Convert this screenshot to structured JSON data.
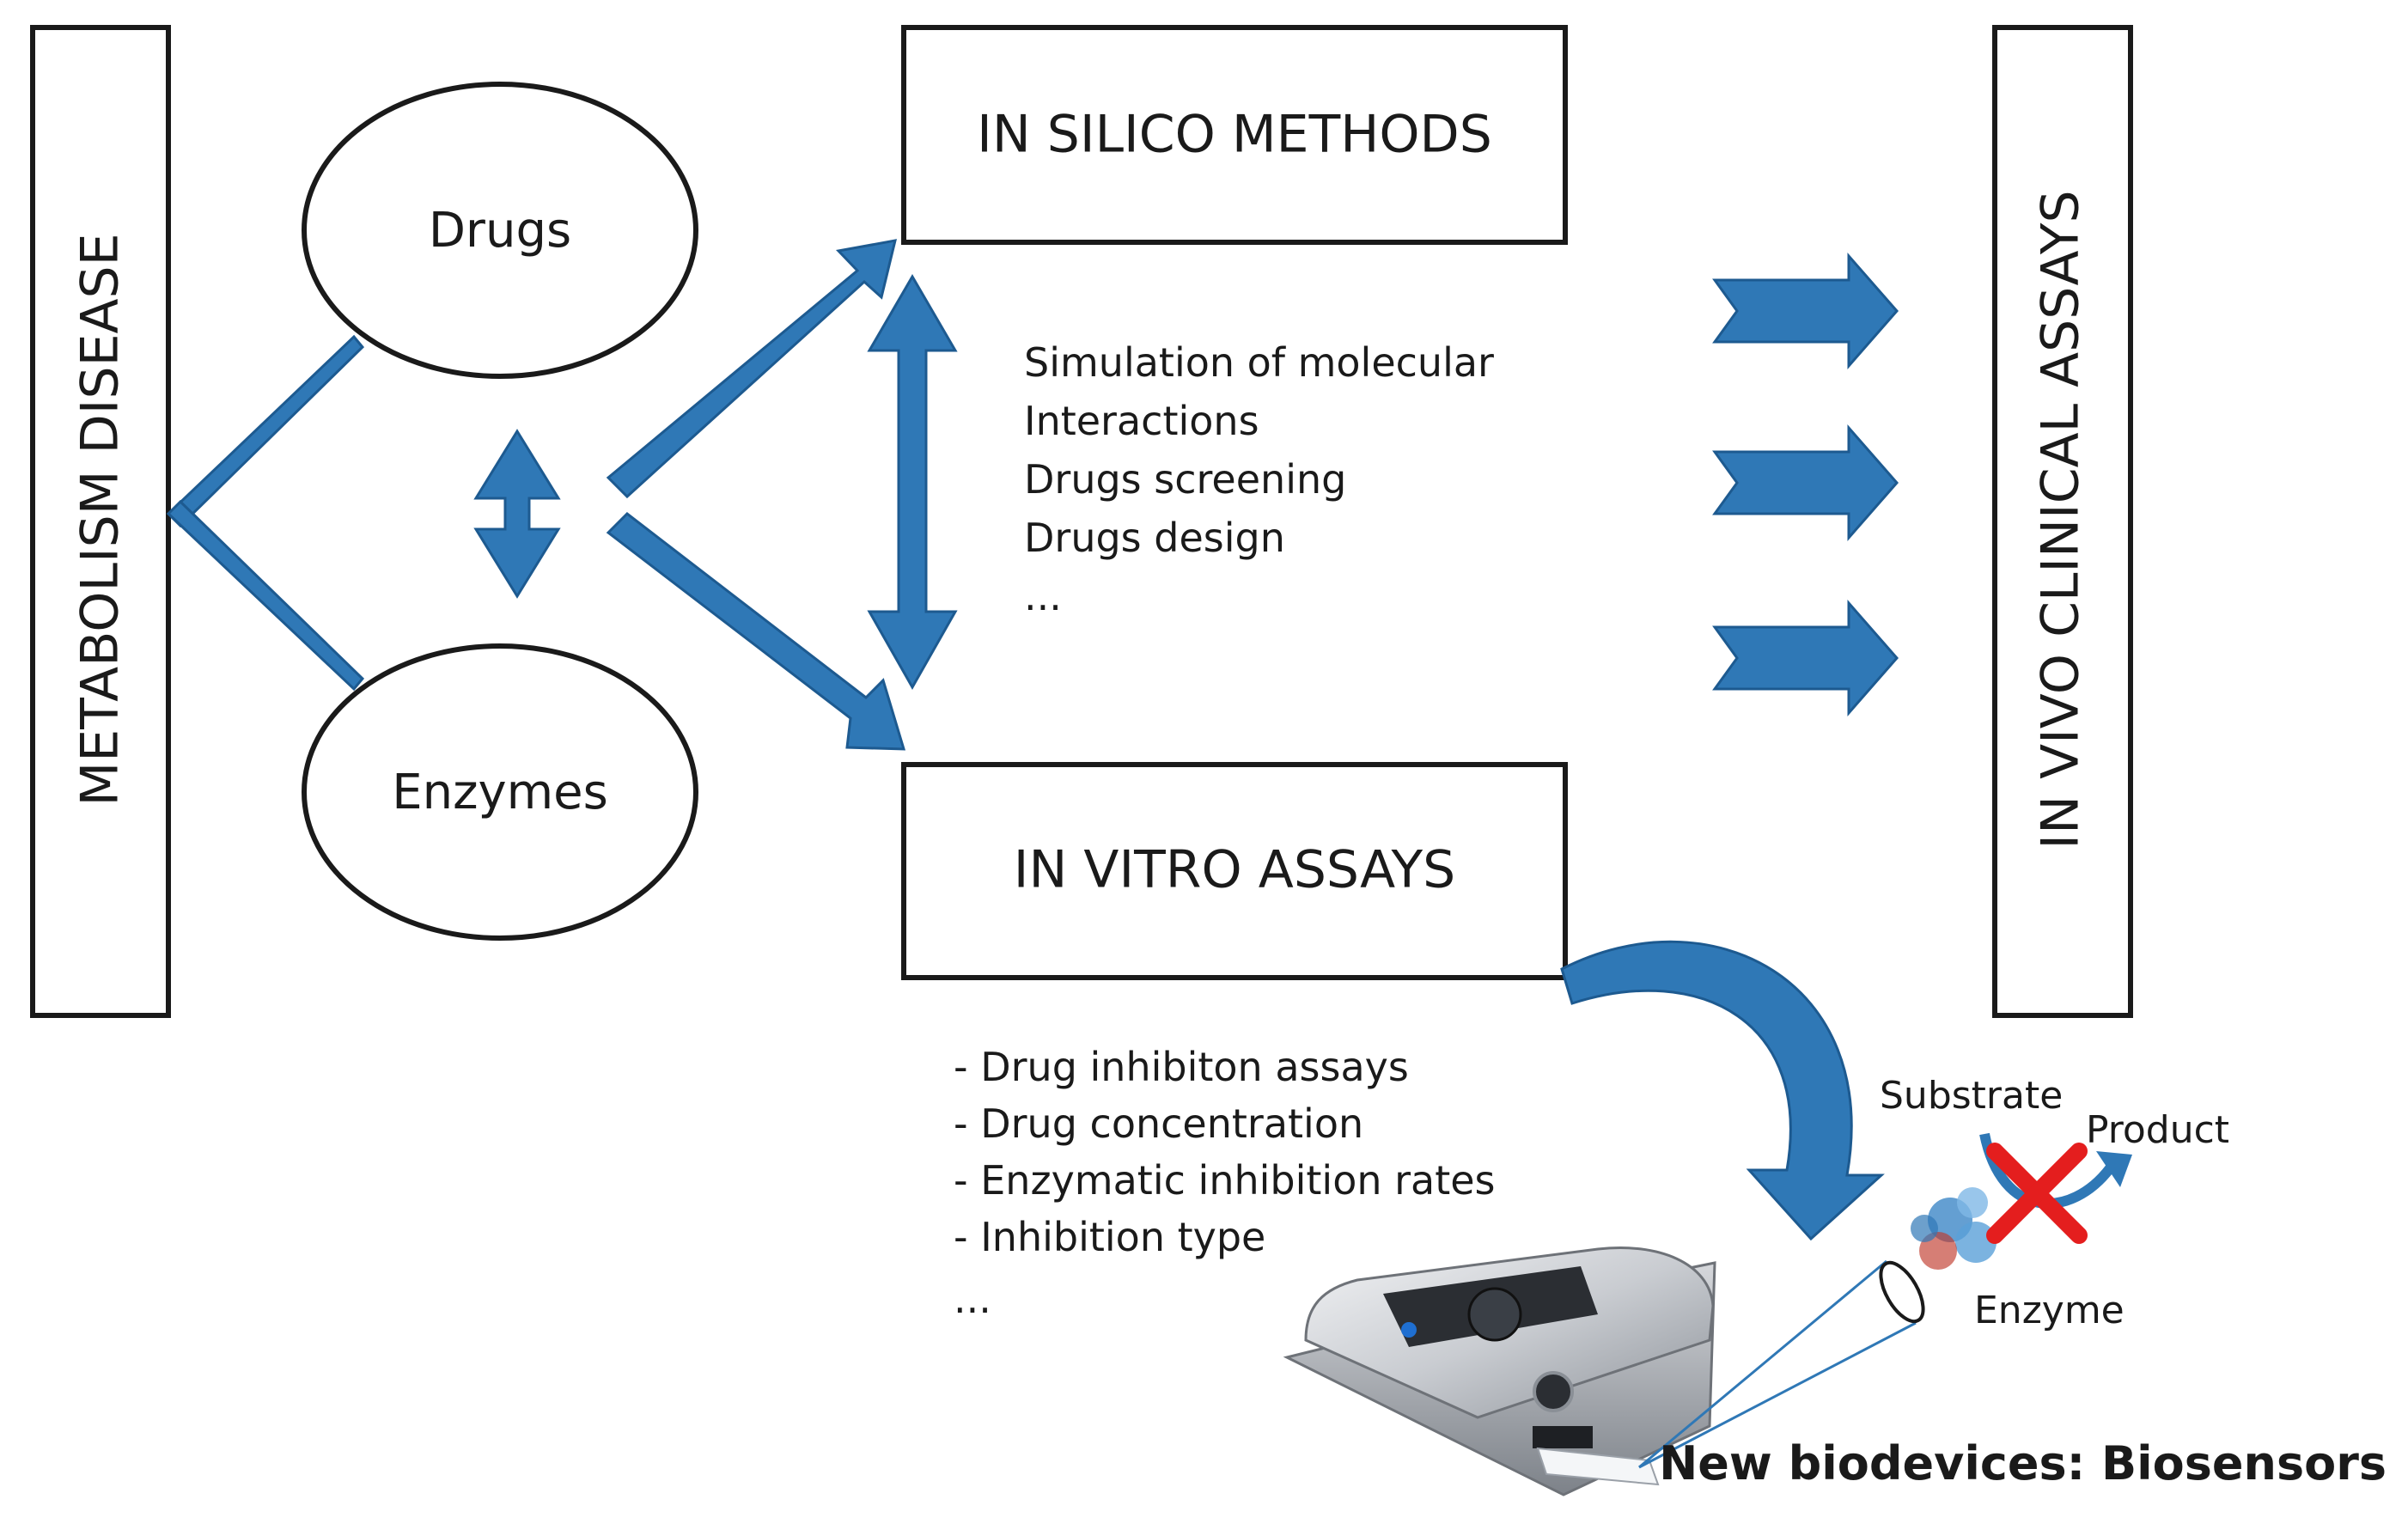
{
  "boxes": {
    "metabolism": "METABOLISM DISEASE",
    "in_silico": "IN SILICO METHODS",
    "in_vitro": "IN VITRO ASSAYS",
    "in_vivo": "IN VIVO CLINICAL ASSAYS"
  },
  "nodes": {
    "drugs": "Drugs",
    "enzymes": "Enzymes"
  },
  "in_silico_list": [
    "Simulation of molecular",
    "Interactions",
    "Drugs screening",
    "Drugs design",
    "..."
  ],
  "in_vitro_list": [
    "- Drug inhibiton assays",
    "- Drug concentration",
    "- Enzymatic inhibition rates",
    "- Inhibition type",
    "..."
  ],
  "reaction": {
    "substrate": "Substrate",
    "product": "Product",
    "enzyme": "Enzyme"
  },
  "footer": "New biodevices: Biosensors",
  "colors": {
    "arrow_fill": "#2f78b6",
    "inhibition_mark": "#e41e1e"
  }
}
